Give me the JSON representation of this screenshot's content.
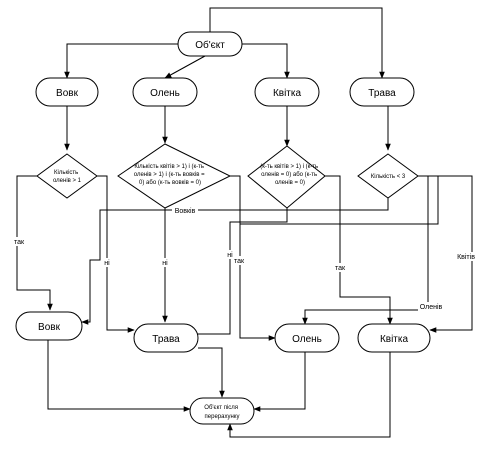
{
  "diagram": {
    "nodes": {
      "object": "Об'єкт",
      "wolf": "Вовк",
      "deer": "Олень",
      "flower": "Квітка",
      "grass": "Трава",
      "cond_wolf": [
        "Кількість",
        "оленів > 1"
      ],
      "cond_deer": [
        "Кількість квітів > 1) і (к-ть",
        "оленів > 1) і (к-ть вовків =",
        "0) або (к-ть вовків = 0)"
      ],
      "cond_flower": [
        "(к-ть квітів > 1) і (к-ть",
        "оленів = 0) або (к-ть",
        "оленів = 0)"
      ],
      "cond_grass": "Кількість < 3",
      "res_wolf": "Вовк",
      "res_grass": "Трава",
      "res_deer": "Олень",
      "res_flower": "Квітка",
      "final": [
        "Об'єкт після",
        "перерахунку"
      ]
    },
    "edges": {
      "yes1": "так",
      "no1": "ні",
      "no2": "ні",
      "no3": "ні",
      "yes3": "так",
      "yes_grass": "так",
      "wolves": "Вовків",
      "deer": "Оленів",
      "flowers": "Квітів"
    }
  }
}
